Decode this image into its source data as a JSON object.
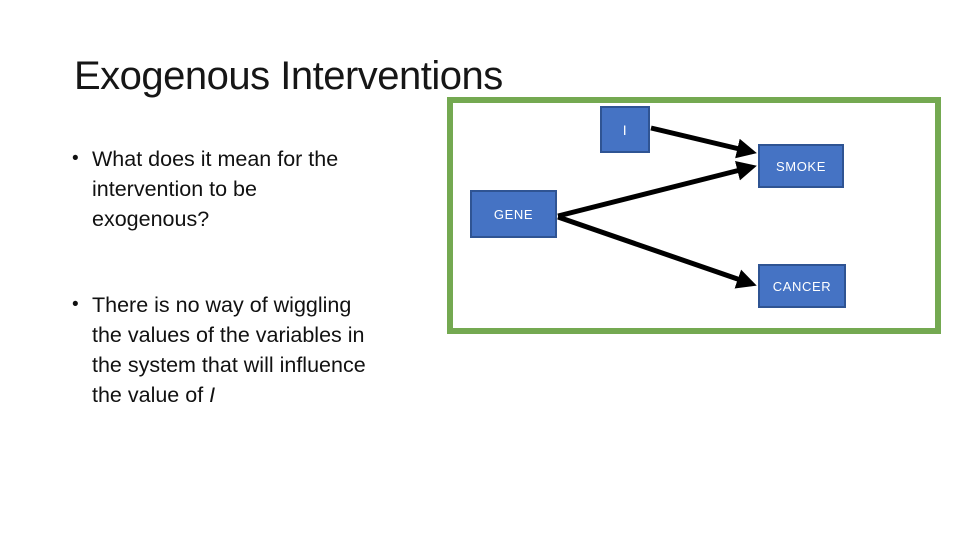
{
  "slide": {
    "title": "Exogenous Interventions",
    "bullet_char": "•",
    "bullets": [
      {
        "lines": [
          "What does it mean for the",
          "intervention to be",
          "exogenous?"
        ]
      },
      {
        "lines": [
          "There is no way of wiggling",
          "the values of the variables in",
          "the system that will influence",
          "the value of "
        ],
        "italic_suffix": "I"
      }
    ]
  },
  "diagram": {
    "frame_color": "#74A951",
    "node_fill": "#4573C4",
    "node_border_color": "#2F5493",
    "node_text_color": "#FFFFFF",
    "arrow_color": "#000000",
    "nodes": [
      {
        "id": "i",
        "label": "I"
      },
      {
        "id": "smoke",
        "label": "SMOKE"
      },
      {
        "id": "gene",
        "label": "GENE"
      },
      {
        "id": "cancer",
        "label": "CANCER"
      }
    ],
    "edges": [
      {
        "from": "I",
        "to": "SMOKE"
      },
      {
        "from": "GENE",
        "to": "SMOKE"
      },
      {
        "from": "GENE",
        "to": "CANCER"
      }
    ]
  }
}
